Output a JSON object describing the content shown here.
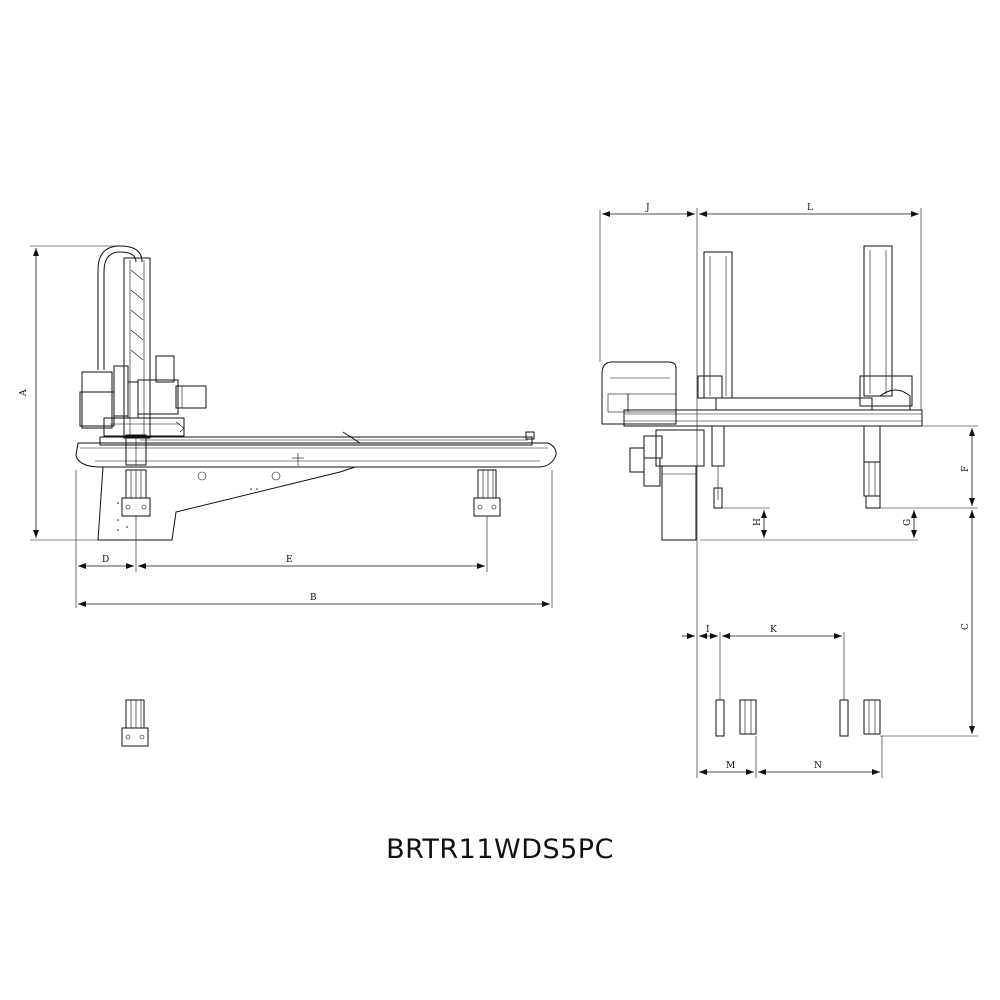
{
  "title": "BRTR11WDS5PC",
  "dimension_labels": {
    "A": "A",
    "B": "B",
    "C": "C",
    "D": "D",
    "E": "E",
    "F": "F",
    "G": "G",
    "H": "H",
    "I": "I",
    "J": "J",
    "K": "K",
    "L": "L",
    "M": "M",
    "N": "N"
  }
}
